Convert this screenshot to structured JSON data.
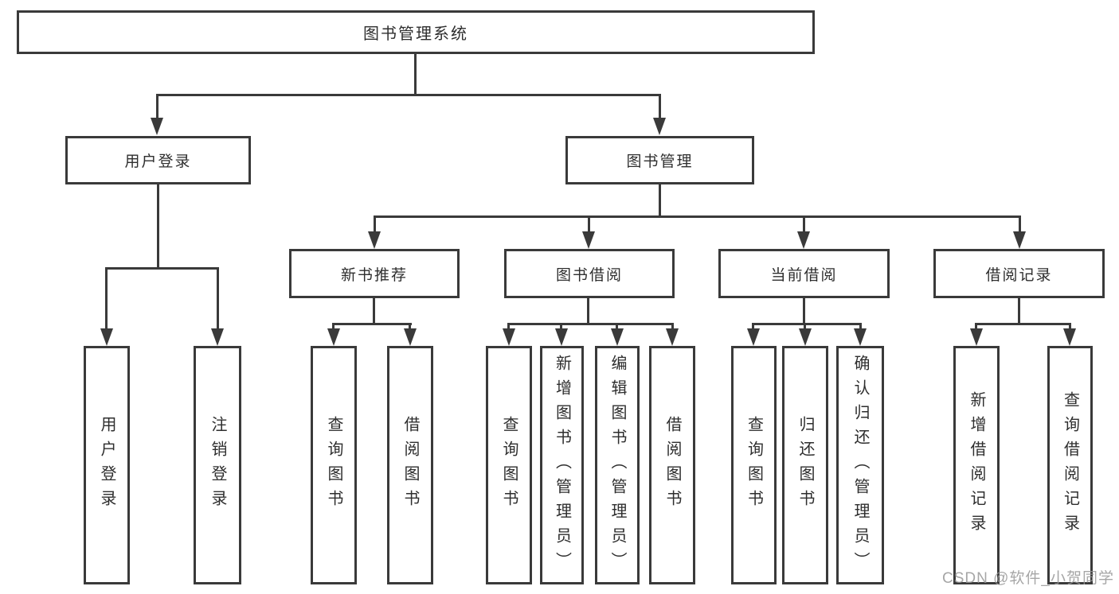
{
  "diagram_type": "hierarchy-tree",
  "tree": {
    "label": "图书管理系统",
    "children": [
      {
        "label": "用户登录",
        "children": [
          {
            "label": "用户登录"
          },
          {
            "label": "注销登录"
          }
        ]
      },
      {
        "label": "图书管理",
        "children": [
          {
            "label": "新书推荐",
            "children": [
              {
                "label": "查询图书"
              },
              {
                "label": "借阅图书"
              }
            ]
          },
          {
            "label": "图书借阅",
            "children": [
              {
                "label": "查询图书"
              },
              {
                "label": "新增图书（管理员）"
              },
              {
                "label": "编辑图书（管理员）"
              },
              {
                "label": "借阅图书"
              }
            ]
          },
          {
            "label": "当前借阅",
            "children": [
              {
                "label": "查询图书"
              },
              {
                "label": "归还图书"
              },
              {
                "label": "确认归还（管理员）"
              }
            ]
          },
          {
            "label": "借阅记录",
            "children": [
              {
                "label": "新增借阅记录"
              },
              {
                "label": "查询借阅记录"
              }
            ]
          }
        ]
      }
    ]
  },
  "watermark": {
    "text": "CSDN @软件_小贺同学"
  },
  "colors": {
    "line": "#3a3a3a",
    "text": "#2e2e2e",
    "background": "#ffffff",
    "watermark": "#969696"
  }
}
